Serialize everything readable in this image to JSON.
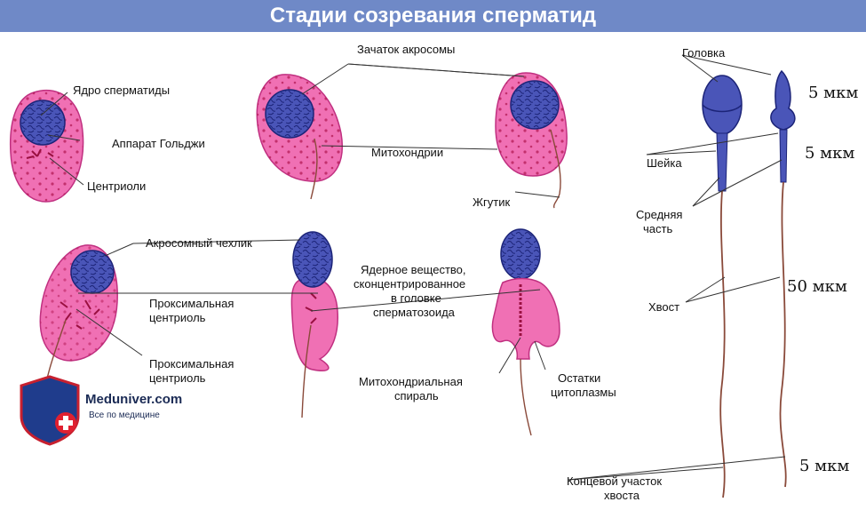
{
  "title": "Стадии созревания сперматид",
  "labels": {
    "nucleus": "Ядро сперматиды",
    "golgi": "Аппарат Гольджи",
    "centrioles": "Центриоли",
    "acrosome_rudiment": "Зачаток акросомы",
    "mitochondria": "Митохондрии",
    "flagellum": "Жгутик",
    "acrosomal_cap": "Акросомный чехлик",
    "proximal_centriole_1a": "Проксимальная",
    "proximal_centriole_1b": "центриоль",
    "proximal_centriole_2a": "Проксимальная",
    "proximal_centriole_2b": "центриоль",
    "nuclear_matter_a": "Ядерное вещество,",
    "nuclear_matter_b": "сконцентрированное",
    "nuclear_matter_c": "в головке",
    "nuclear_matter_d": "сперматозоида",
    "mito_spiral_a": "Митохондриальная",
    "mito_spiral_b": "спираль",
    "cyto_remnants_a": "Остатки",
    "cyto_remnants_b": "цитоплазмы",
    "head": "Головка",
    "neck": "Шейка",
    "midpiece_a": "Средняя",
    "midpiece_b": "часть",
    "tail": "Хвост",
    "end_piece_a": "Концевой участок",
    "end_piece_b": "хвоста"
  },
  "measurements": {
    "head": "5 мкм",
    "neck": "5 мкм",
    "tail": "50 мкм",
    "end": "5 мкм"
  },
  "logo": {
    "name": "Meduniver.com",
    "tagline": "Все по медицине"
  },
  "colors": {
    "title_bg": "#6f89c7",
    "cytoplasm": "#f070b4",
    "nucleus": "#4a55b8",
    "line": "#333333"
  }
}
